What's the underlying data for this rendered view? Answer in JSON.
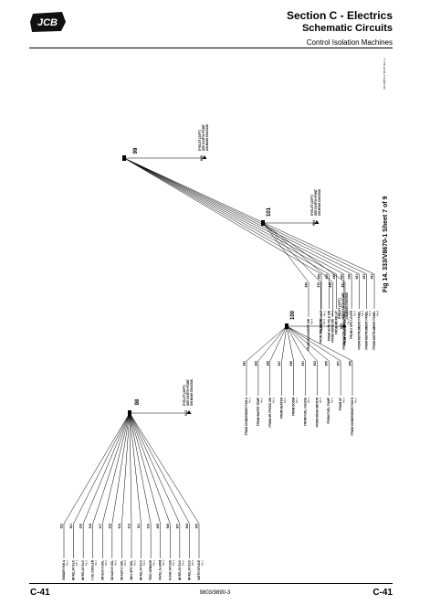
{
  "header": {
    "brand": "JCB",
    "section": "Section C - Electrics",
    "subsection": "Schematic Circuits",
    "topic": "Control Isolation Machines"
  },
  "figure": {
    "caption": "Fig 14. 333/V8670-1 Sheet 7 of 9",
    "ref_code": "333-W876-1 S8-07 Rev 4",
    "splices": [
      {
        "id": "99",
        "out_wire": "835",
        "dest": [
          "EYELET (20FT)",
          "SEE EARTH POINT",
          "ON MAIN CHASSIS"
        ],
        "branches": [
          {
            "wire": "459",
            "label": "FROM DRIV-ALT",
            "pin": "Pin 1"
          },
          {
            "wire": "455",
            "label": "FROM AUTO IDLE SW",
            "pin": "Pin 4"
          },
          {
            "wire": "448",
            "label": "FROM AC RELAY",
            "pin": "Pin 5"
          },
          {
            "wire": "460",
            "label": "FROM INSTRUMENT PANEL",
            "pin": "Pin 2"
          },
          {
            "wire": "838",
            "label": "FROM 2 SPD LEVER",
            "pin": "Pin 2"
          },
          {
            "wire": "461",
            "label": "FROM INSTRUMENT PANEL",
            "pin": "Pin 3"
          },
          {
            "wire": "453",
            "label": "FROM INSTRUMENT PANEL",
            "pin": "Pin 4"
          },
          {
            "wire": "463",
            "label": "FROM INSTRUMENT PANEL",
            "pin": "Pin 8"
          }
        ]
      },
      {
        "id": "101",
        "out_wire": "884",
        "dest": [
          "EYELET (20FT)",
          "SEE EARTH POINT",
          "ON MAIN CHASSIS"
        ],
        "branches": [
          {
            "wire": "840",
            "label": "FROM WASH/WIPE SW",
            "pin": "Pin 4"
          },
          {
            "wire": "835",
            "label": "FROM SOLENOID",
            "pin": "Pin 2"
          },
          {
            "wire": "839",
            "label": "FROM HORN SW",
            "pin": "Pin 1"
          },
          {
            "wire": "841",
            "label": "FROM HEATER SW",
            "pin": "Pin 3"
          }
        ]
      },
      {
        "id": "98",
        "out_wire": "612",
        "dest": [
          "EYELET (20FT)",
          "SEE EARTH POINT",
          "ON MAIN CHASSIS"
        ],
        "branches": [
          {
            "wire": "622",
            "label": "FROM CONDENSOR FAN A",
            "pin": "Pin 2"
          },
          {
            "wire": "621",
            "label": "FROM RELAY BLK",
            "pin": "Pin 1"
          },
          {
            "wire": "620",
            "label": "FROM RELAY BLK",
            "pin": "Pin 2"
          },
          {
            "wire": "618",
            "label": "FROM SOLENOID OIL COOLER",
            "pin": "Pin 1"
          },
          {
            "wire": "617",
            "label": "FROM AUX A SOL",
            "pin": "Pin 2"
          },
          {
            "wire": "615",
            "label": "FROM AUX B SOL",
            "pin": "Pin 2"
          },
          {
            "wire": "614",
            "label": "FROM AUX C SOL",
            "pin": "Pin 2"
          },
          {
            "wire": "613",
            "label": "FROM 2 SPD SOL",
            "pin": "Pin 2"
          },
          {
            "wire": "611",
            "label": "FROM RELAY BLK",
            "pin": "Pin 3"
          },
          {
            "wire": "610",
            "label": "FROM SPEED SENSOR",
            "pin": "Pin 1"
          },
          {
            "wire": "609",
            "label": "FROM TRAVEL ALARM",
            "pin": "Pin 2"
          },
          {
            "wire": "608",
            "label": "FROM CAB SPLICE",
            "pin": "Pin 1"
          },
          {
            "wire": "607",
            "label": "FROM RELAY BLK",
            "pin": "Pin 5"
          },
          {
            "wire": "606",
            "label": "FROM RELAY BLK",
            "pin": "Pin 6"
          },
          {
            "wire": "605",
            "label": "FROM EARTH SPLICE",
            "pin": "Pin 1"
          }
        ]
      },
      {
        "id": "100",
        "out_wire": "653",
        "dest": [
          "EYELET (20FT)",
          "SEE EARTH POINT",
          "ON MAIN CHASSIS"
        ],
        "branches": [
          {
            "wire": "841",
            "label": "FROM CONDENSOR FAN A",
            "pin": "Pin 1"
          },
          {
            "wire": "843",
            "label": "FROM WATER TEMP",
            "pin": "Pin 1"
          },
          {
            "wire": "845",
            "label": "FROM HR PRESS SW",
            "pin": "Pin 2"
          },
          {
            "wire": "847",
            "label": "FROM HEATER",
            "pin": "Pin 2"
          },
          {
            "wire": "849",
            "label": "FROM BOOM",
            "pin": "Pin 1"
          },
          {
            "wire": "851",
            "label": "FROM FUEL GAUGE",
            "pin": "Pin 1"
          },
          {
            "wire": "853",
            "label": "FROM WASH MOTOR",
            "pin": "Pin 2"
          },
          {
            "wire": "855",
            "label": "FROM FUEL PUMP",
            "pin": "Pin 1"
          },
          {
            "wire": "857",
            "label": "FROM AF",
            "pin": "Pin 3"
          },
          {
            "wire": "859",
            "label": "FROM CONDENSOR FAN B",
            "pin": "Pin 2"
          }
        ]
      }
    ]
  },
  "footer": {
    "page_left": "C-41",
    "doc_number": "9803/9890-3",
    "page_right": "C-41"
  },
  "colors": {
    "ink": "#000000",
    "logo_fill": "#1a1a1a",
    "paper": "#ffffff"
  }
}
